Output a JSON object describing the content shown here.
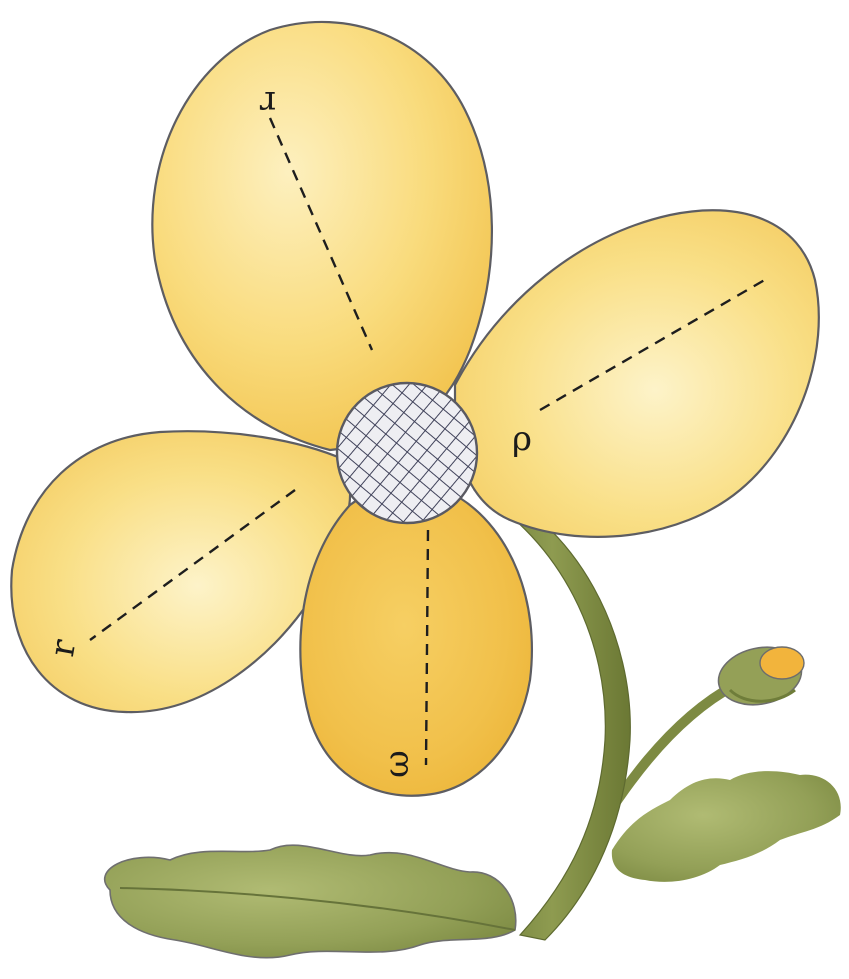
{
  "figure": {
    "subject": "flower",
    "petal_labels": [
      {
        "id": "top",
        "text": "r"
      },
      {
        "id": "right",
        "text": "ρ"
      },
      {
        "id": "left",
        "text": "r"
      },
      {
        "id": "bottom",
        "text": "ω"
      }
    ]
  },
  "colors": {
    "petal_fill": "#f7d56e",
    "petal_highlight": "#fcecb0",
    "petal_shadow": "#eebb3a",
    "center_fill": "#eeeef2",
    "center_hatch": "#40425a",
    "stem": "#7f8c45",
    "leaf": "#93a158",
    "bud": "#f2b43c"
  }
}
